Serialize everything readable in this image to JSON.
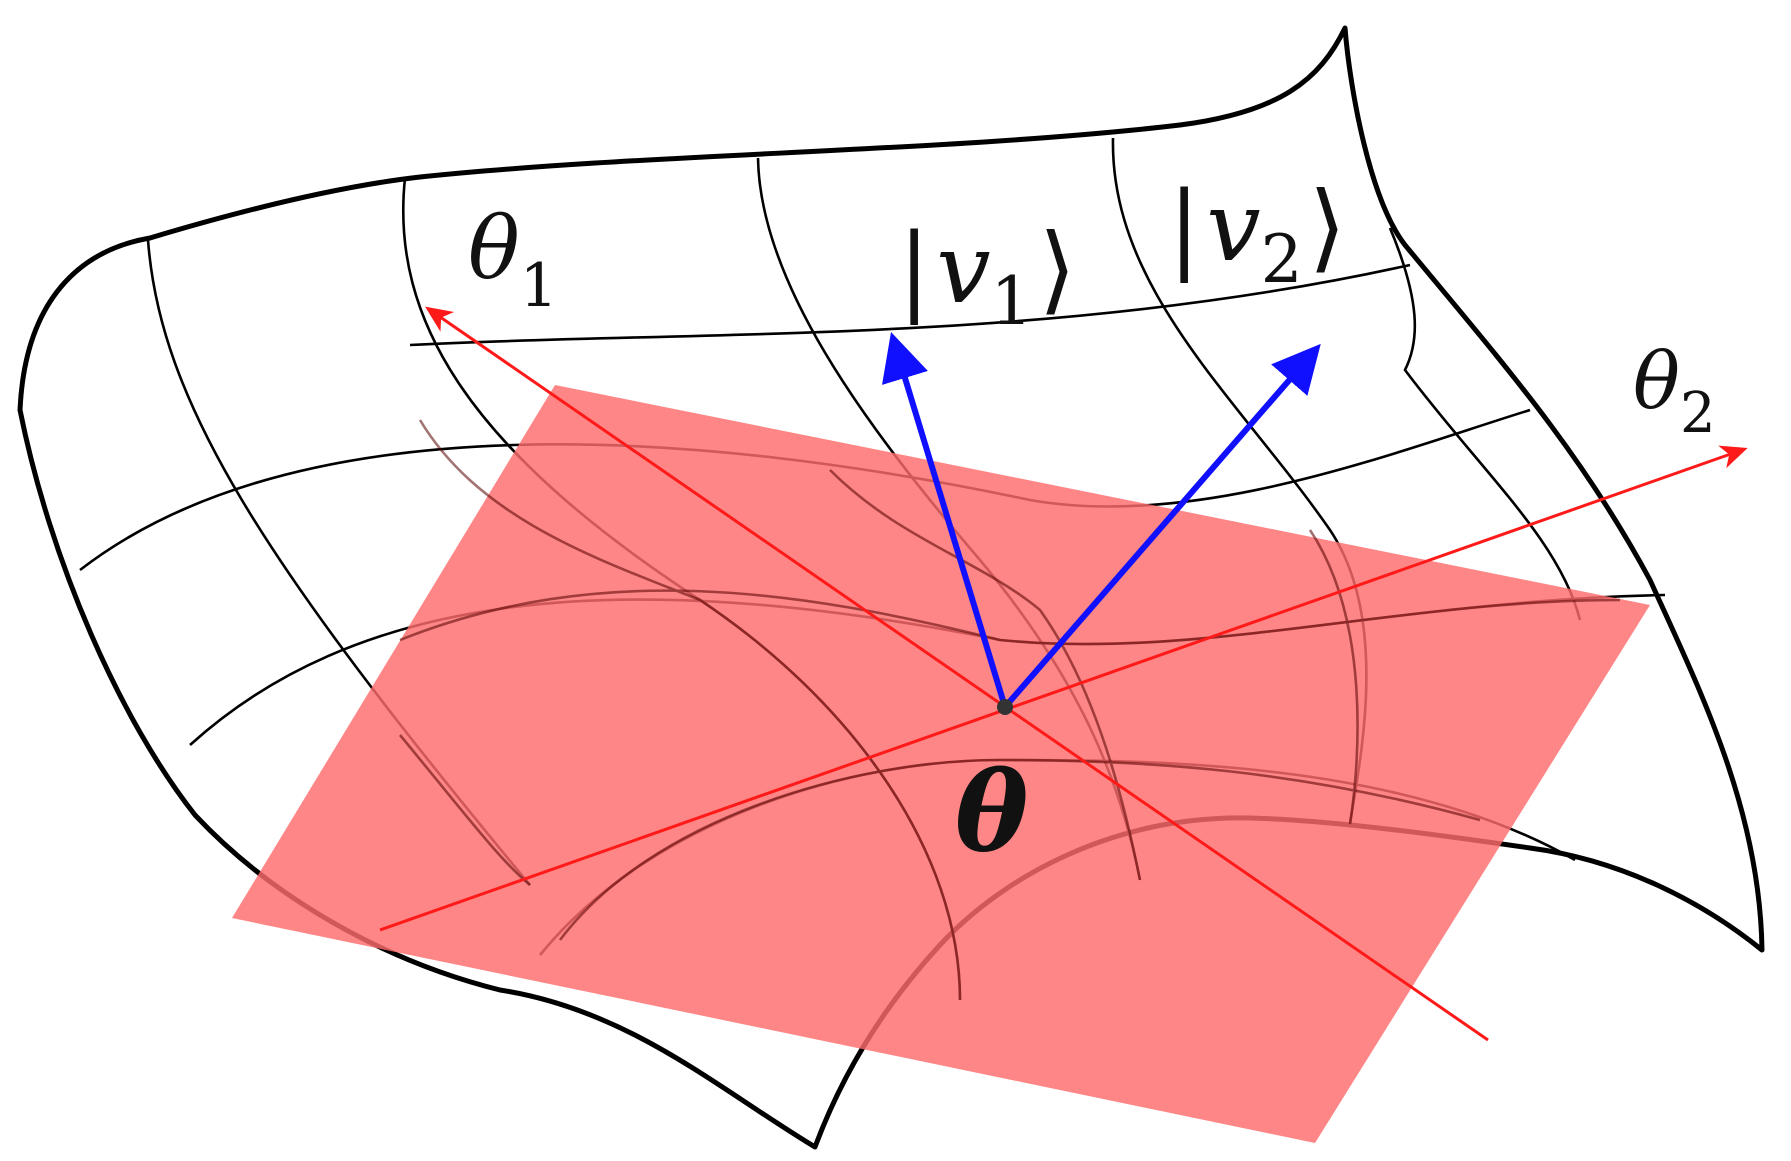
{
  "labels": {
    "theta1": {
      "base": "θ",
      "sub": "1"
    },
    "theta2": {
      "base": "θ",
      "sub": "2"
    },
    "theta": "θ",
    "v1": {
      "open": "|",
      "base": "v",
      "sub": "1",
      "close": "⟩"
    },
    "v2": {
      "open": "|",
      "base": "v",
      "sub": "2",
      "close": "⟩"
    }
  },
  "colors": {
    "surface_stroke": "#000000",
    "tangent_plane_fill": "#ff6b6b",
    "tangent_axes": "#ff1a1a",
    "basis_vectors": "#1010ff",
    "point": "#333333"
  }
}
